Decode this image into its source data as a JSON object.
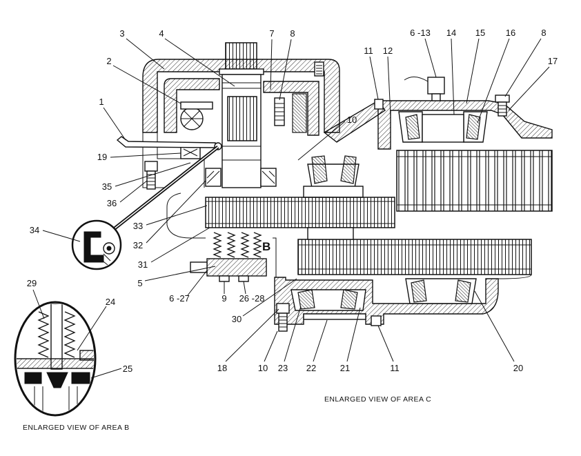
{
  "diagram": {
    "callouts": [
      "1",
      "2",
      "3",
      "4",
      "7",
      "8",
      "10",
      "11",
      "12",
      "6 -13",
      "14",
      "15",
      "16",
      "8",
      "17",
      "19",
      "35",
      "36",
      "34",
      "33",
      "32",
      "31",
      "5",
      "6 -27",
      "9",
      "26 -28",
      "30",
      "18",
      "10",
      "23",
      "22",
      "21",
      "11",
      "20",
      "29",
      "24",
      "25"
    ],
    "area_marker": "B",
    "caption_area_c": "ENLARGED VIEW OF AREA C",
    "caption_area_b": "ENLARGED VIEW OF AREA B"
  }
}
